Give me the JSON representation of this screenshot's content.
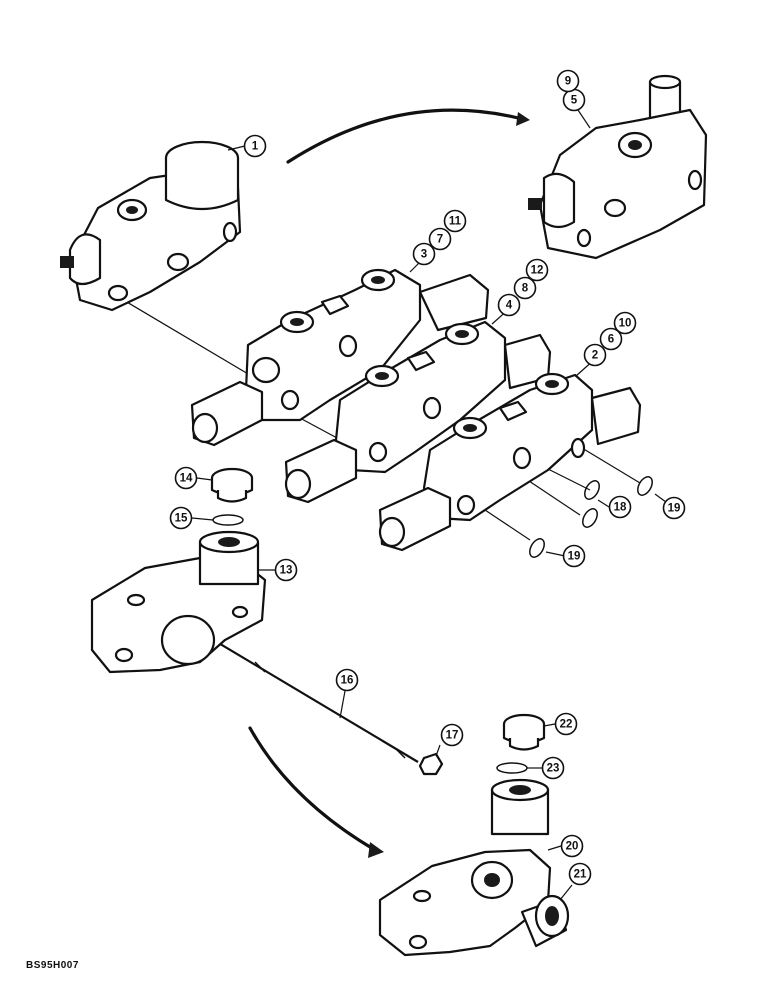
{
  "figure": {
    "reference_code": "BS95H007",
    "callouts": [
      "1",
      "2",
      "3",
      "4",
      "5",
      "6",
      "7",
      "8",
      "9",
      "10",
      "11",
      "12",
      "13",
      "14",
      "15",
      "16",
      "17",
      "18",
      "19",
      "20",
      "21",
      "22",
      "23"
    ]
  }
}
